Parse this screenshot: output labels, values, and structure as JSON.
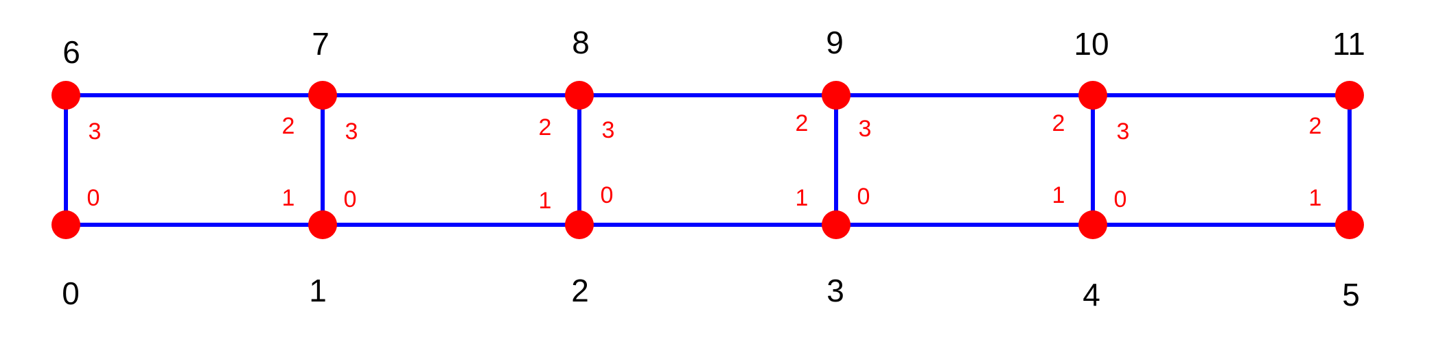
{
  "colors": {
    "edge": "#0000ff",
    "node": "#ff0000",
    "node_label": "#000000",
    "local_label": "#ff0000"
  },
  "nodes": [
    {
      "id": "0",
      "row": "bottom",
      "col": 0
    },
    {
      "id": "1",
      "row": "bottom",
      "col": 1
    },
    {
      "id": "2",
      "row": "bottom",
      "col": 2
    },
    {
      "id": "3",
      "row": "bottom",
      "col": 3
    },
    {
      "id": "4",
      "row": "bottom",
      "col": 4
    },
    {
      "id": "5",
      "row": "bottom",
      "col": 5
    },
    {
      "id": "6",
      "row": "top",
      "col": 0
    },
    {
      "id": "7",
      "row": "top",
      "col": 1
    },
    {
      "id": "8",
      "row": "top",
      "col": 2
    },
    {
      "id": "9",
      "row": "top",
      "col": 3
    },
    {
      "id": "10",
      "row": "top",
      "col": 4
    },
    {
      "id": "11",
      "row": "top",
      "col": 5
    }
  ],
  "cells": [
    {
      "corners": [
        "0",
        "1",
        "2",
        "3"
      ]
    },
    {
      "corners": [
        "0",
        "1",
        "2",
        "3"
      ]
    },
    {
      "corners": [
        "0",
        "1",
        "2",
        "3"
      ]
    },
    {
      "corners": [
        "0",
        "1",
        "2",
        "3"
      ]
    },
    {
      "corners": [
        "0",
        "1",
        "2",
        "3"
      ]
    }
  ]
}
